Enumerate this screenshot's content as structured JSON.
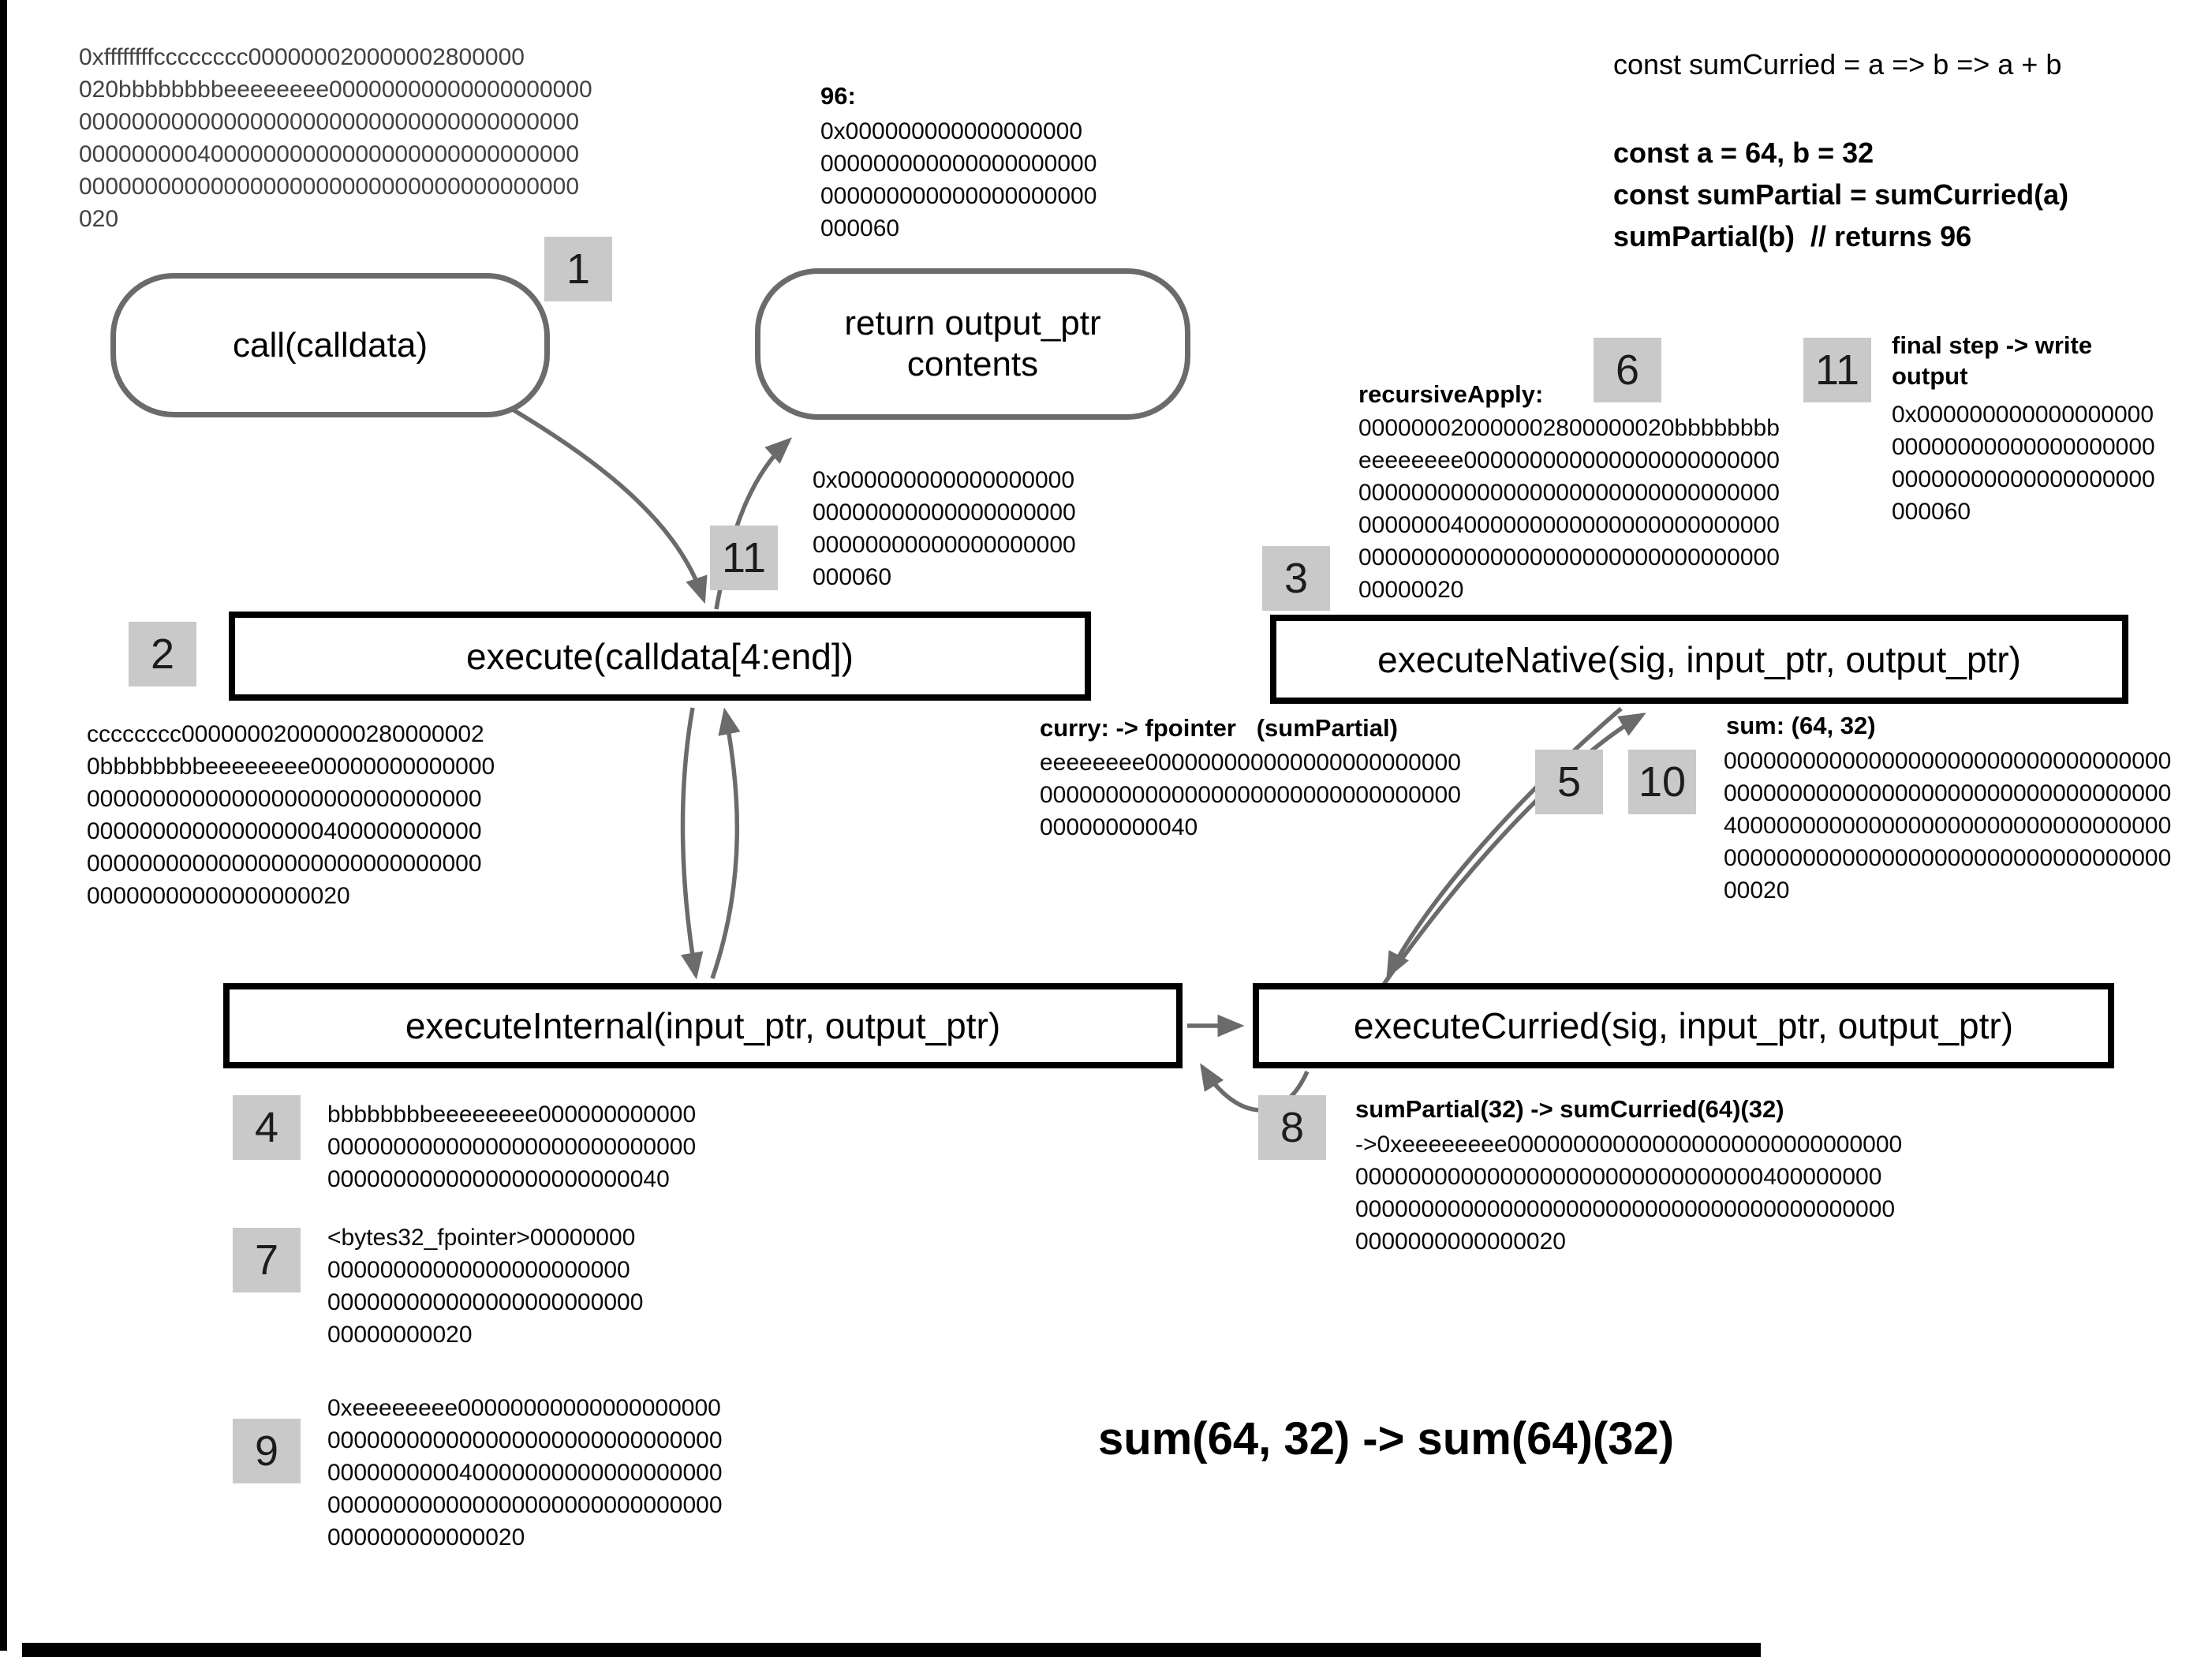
{
  "badges": {
    "n1": "1",
    "n2": "2",
    "n3": "3",
    "n4": "4",
    "n5": "5",
    "n6": "6",
    "n7": "7",
    "n8": "8",
    "n9": "9",
    "n10": "10",
    "n11a": "11",
    "n11b": "11"
  },
  "nodes": {
    "call": "call(calldata)",
    "return_output": "return output_ptr\ncontents",
    "execute": "execute(calldata[4:end])",
    "execute_native": "executeNative(sig, input_ptr, output_ptr)",
    "execute_internal": "executeInternal(input_ptr, output_ptr)",
    "execute_curried": "executeCurried(sig, input_ptr, output_ptr)"
  },
  "code_snippet": {
    "line1": "const sumCurried = a => b => a + b",
    "line2": "const a = 64, b = 32",
    "line3": "const sumPartial = sumCurried(a)",
    "line4": "sumPartial(b)  // returns 96"
  },
  "blocks": {
    "top_left_calldata": {
      "hex": "0xffffffffcccccccc000000020000002800000\n020bbbbbbbbeeeeeeee00000000000000000000\n00000000000000000000000000000000000000\n00000000040000000000000000000000000000\n00000000000000000000000000000000000000\n020"
    },
    "output96": {
      "label": "96:",
      "hex": "0x000000000000000000\n000000000000000000000\n000000000000000000000\n000060"
    },
    "output11": {
      "hex": "0x000000000000000000\n00000000000000000000\n00000000000000000000\n000060"
    },
    "execute_calldata": {
      "hex": "cccccccc00000002000000280000002\n0bbbbbbbbeeeeeeee00000000000000\n000000000000000000000000000000\n000000000000000000400000000000\n000000000000000000000000000000\n00000000000000000020"
    },
    "recursive_apply": {
      "label": "recursiveApply:",
      "hex": "000000020000002800000020bbbbbbbb\neeeeeeee000000000000000000000000\n00000000000000000000000000000000\n00000004000000000000000000000000\n00000000000000000000000000000000\n00000020"
    },
    "final_step": {
      "label": "final step -> write\noutput",
      "hex": "0x000000000000000000\n00000000000000000000\n00000000000000000000\n000060"
    },
    "curry": {
      "label": "curry: -> fpointer   (sumPartial)",
      "hex": "eeeeeeee000000000000000000000000\n00000000000000000000000000000000\n000000000040"
    },
    "sum_call": {
      "label": "sum: (64, 32)",
      "hex": "0000000000000000000000000000000000\n0000000000000000000000000000000000\n4000000000000000000000000000000000\n0000000000000000000000000000000000\n00020"
    },
    "step4": {
      "hex": "bbbbbbbbeeeeeeee000000000000\n0000000000000000000000000000\n00000000000000000000000040"
    },
    "step7": {
      "hex": "<bytes32_fpointer>00000000\n00000000000000000000000\n000000000000000000000000\n00000000020"
    },
    "step9": {
      "hex": "0xeeeeeeee00000000000000000000\n000000000000000000000000000000\n000000000040000000000000000000\n000000000000000000000000000000\n000000000000020"
    },
    "step8": {
      "label": "sumPartial(32) -> sumCurried(64)(32)",
      "hex": "->0xeeeeeeee000000000000000000000000000000\n0000000000000000000000000000000400000000\n00000000000000000000000000000000000000000\n0000000000000020"
    }
  },
  "footer": "sum(64, 32) -> sum(64)(32)"
}
